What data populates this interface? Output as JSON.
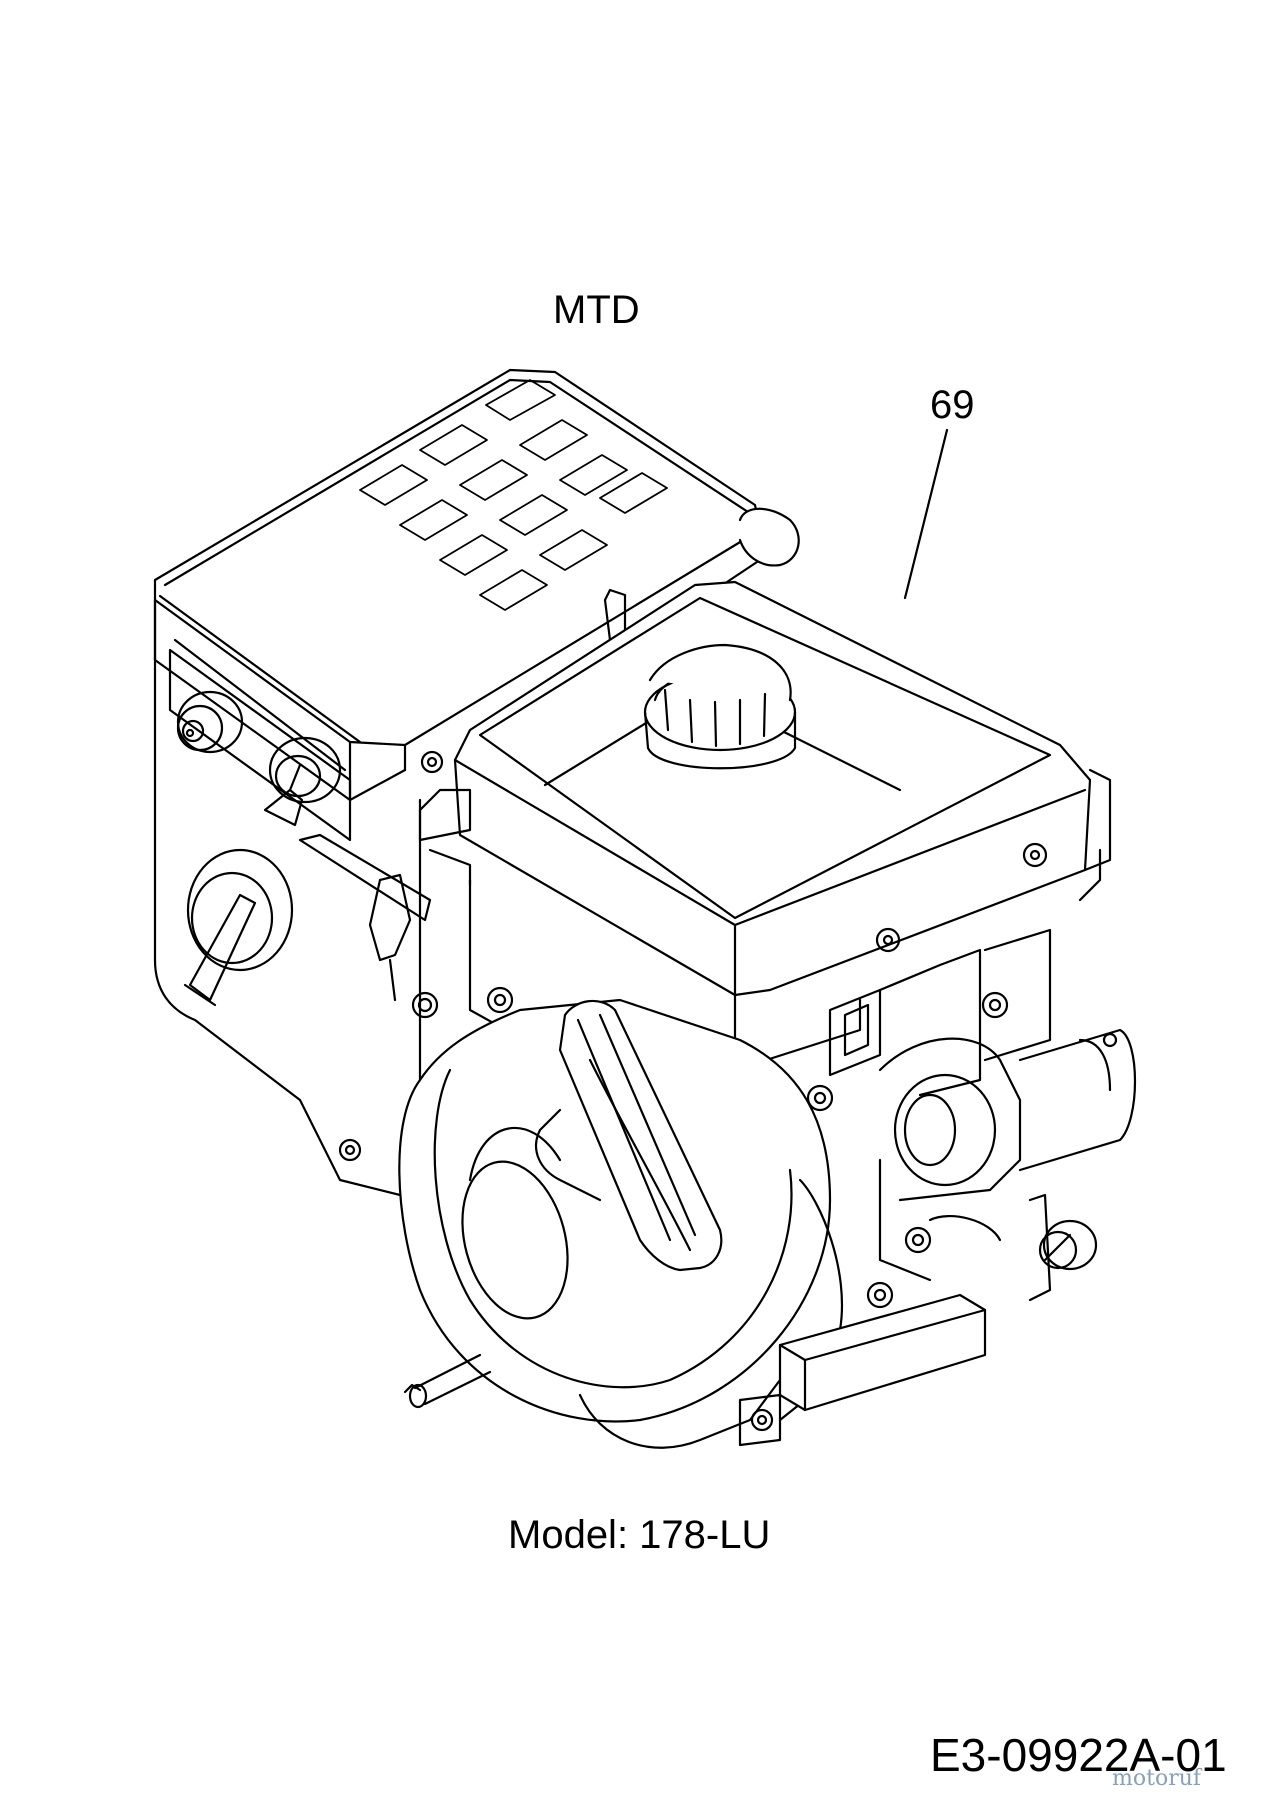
{
  "diagram": {
    "brand_label": "MTD",
    "callout_number": "69",
    "model_caption": "Model: 178-LU",
    "reference_code": "E3-09922A-01",
    "watermark_logo": "motoruf"
  },
  "colors": {
    "line": "#000000",
    "background": "#ffffff",
    "watermark": "#8aa0b6"
  },
  "icons": [
    "engine-illustration",
    "fuel-cap-icon",
    "choke-lever-icon",
    "fuel-valve-icon"
  ]
}
